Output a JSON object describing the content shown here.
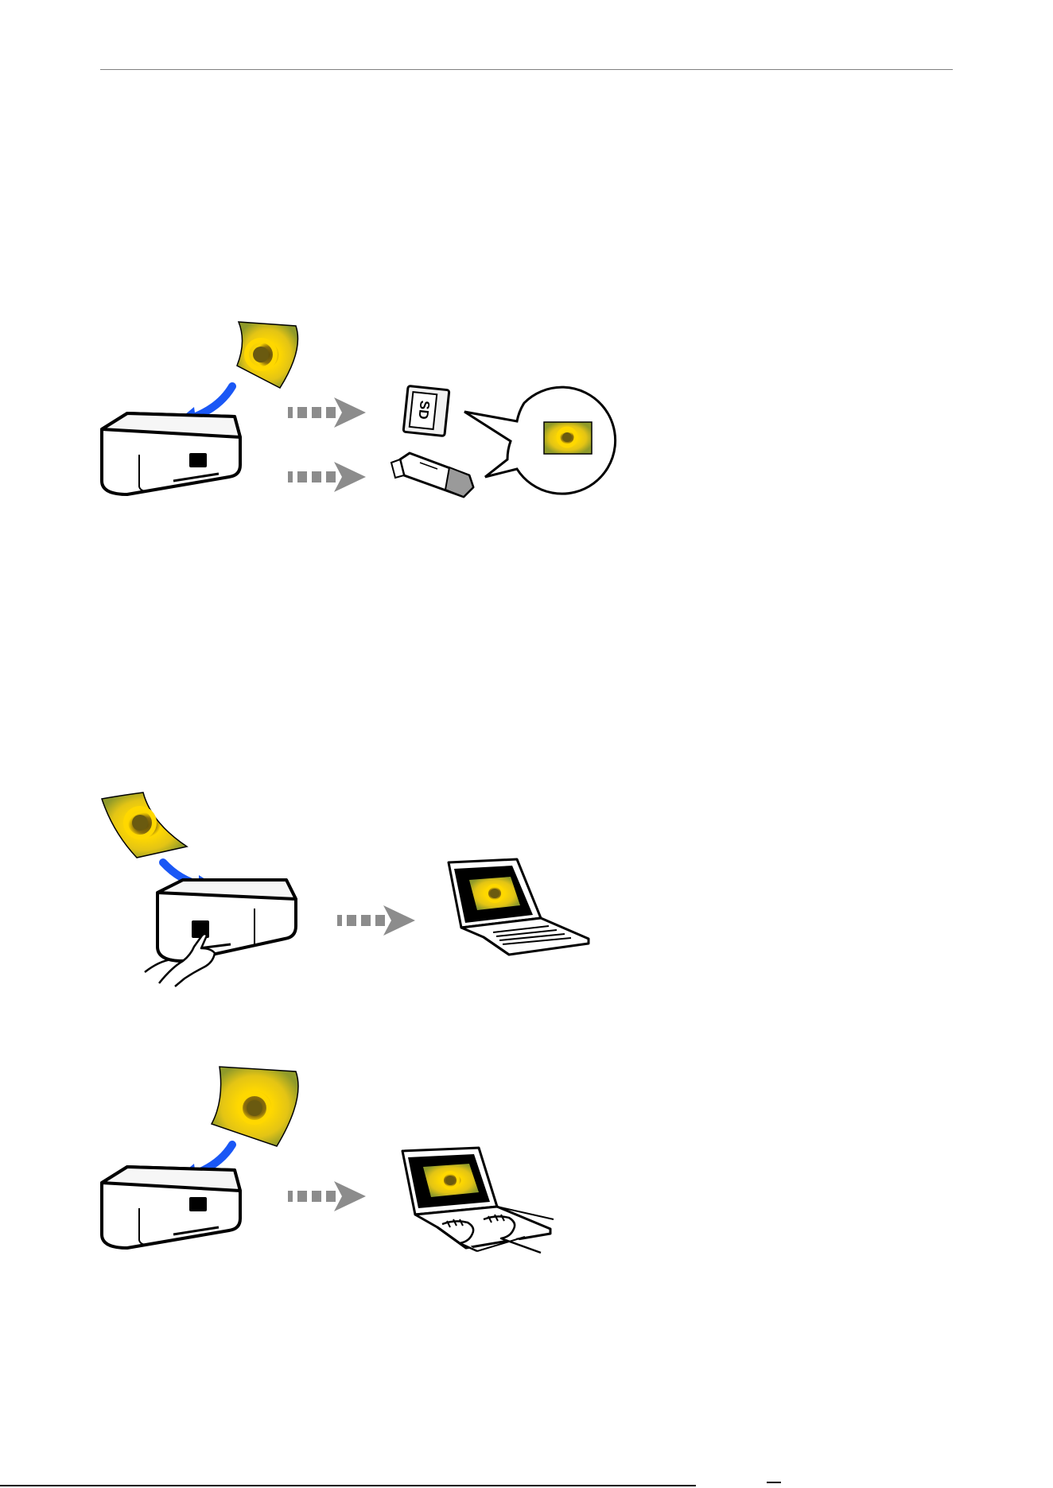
{
  "figures": [
    {
      "id": "scan-to-memory-device",
      "labels": {
        "sd_card": "SD"
      }
    },
    {
      "id": "scan-to-computer-from-control-panel",
      "labels": {}
    },
    {
      "id": "scan-from-computer",
      "labels": {}
    }
  ],
  "colors": {
    "arrow_blue": "#1a57f5",
    "flow_arrow_gray": "#8c8c8c",
    "photo_yellow": "#e8d21a",
    "photo_dark": "#6a5a10",
    "outline": "#000000"
  },
  "icons": [
    "photo-document-icon",
    "scanner-icon",
    "sd-card-icon",
    "usb-flash-drive-icon",
    "laptop-icon",
    "hand-pressing-icon",
    "typing-hands-icon"
  ]
}
